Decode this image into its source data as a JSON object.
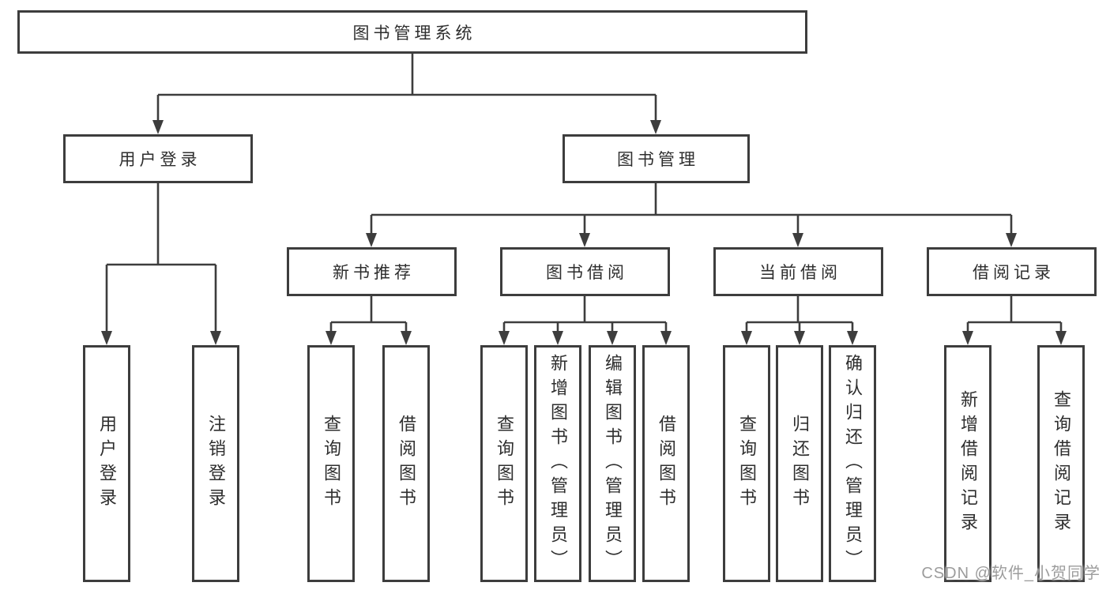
{
  "diagram_title": "图书管理系统",
  "tree": {
    "root": {
      "label": "图书管理系统"
    },
    "branches": [
      {
        "label": "用户登录",
        "children": [
          {
            "label": "用户登录"
          },
          {
            "label": "注销登录"
          }
        ]
      },
      {
        "label": "图书管理",
        "children": [
          {
            "label": "新书推荐",
            "children": [
              {
                "label": "查询图书"
              },
              {
                "label": "借阅图书"
              }
            ]
          },
          {
            "label": "图书借阅",
            "children": [
              {
                "label": "查询图书"
              },
              {
                "label": "新增图书（管理员）"
              },
              {
                "label": "编辑图书（管理员）"
              },
              {
                "label": "借阅图书"
              }
            ]
          },
          {
            "label": "当前借阅",
            "children": [
              {
                "label": "查询图书"
              },
              {
                "label": "归还图书"
              },
              {
                "label": "确认归还（管理员）"
              }
            ]
          },
          {
            "label": "借阅记录",
            "children": [
              {
                "label": "新增借阅记录"
              },
              {
                "label": "查询借阅记录"
              }
            ]
          }
        ]
      }
    ]
  },
  "watermark": {
    "text": "CSDN @软件_小贺同学"
  },
  "colors": {
    "line": "#3d3d3d",
    "text": "#2e2e2e",
    "watermark": "#9c9c9c",
    "background": "#ffffff"
  }
}
